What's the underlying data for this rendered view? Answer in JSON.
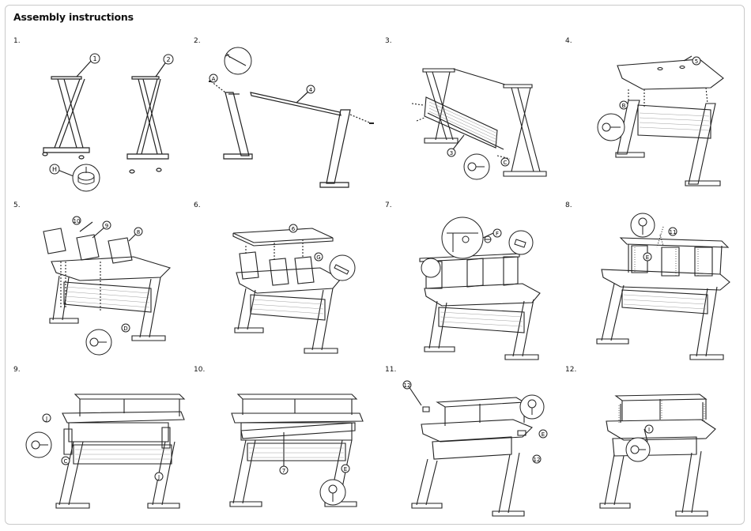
{
  "header": {
    "title": "Assembly instructions"
  },
  "steps": [
    {
      "number": "1.",
      "callouts": [
        "1",
        "2",
        "H"
      ]
    },
    {
      "number": "2.",
      "callouts": [
        "A",
        "4"
      ]
    },
    {
      "number": "3.",
      "callouts": [
        "3",
        "C"
      ]
    },
    {
      "number": "4.",
      "callouts": [
        "5",
        "B"
      ]
    },
    {
      "number": "5.",
      "callouts": [
        "10",
        "9",
        "8",
        "D"
      ]
    },
    {
      "number": "6.",
      "callouts": [
        "6",
        "G"
      ]
    },
    {
      "number": "7.",
      "callouts": [
        "F"
      ]
    },
    {
      "number": "8.",
      "callouts": [
        "E",
        "11"
      ]
    },
    {
      "number": "9.",
      "callouts": [
        "J",
        "C",
        "J"
      ]
    },
    {
      "number": "10.",
      "callouts": [
        "7",
        "E"
      ]
    },
    {
      "number": "11.",
      "callouts": [
        "12",
        "E",
        "12"
      ]
    },
    {
      "number": "12.",
      "callouts": [
        "I"
      ]
    }
  ]
}
